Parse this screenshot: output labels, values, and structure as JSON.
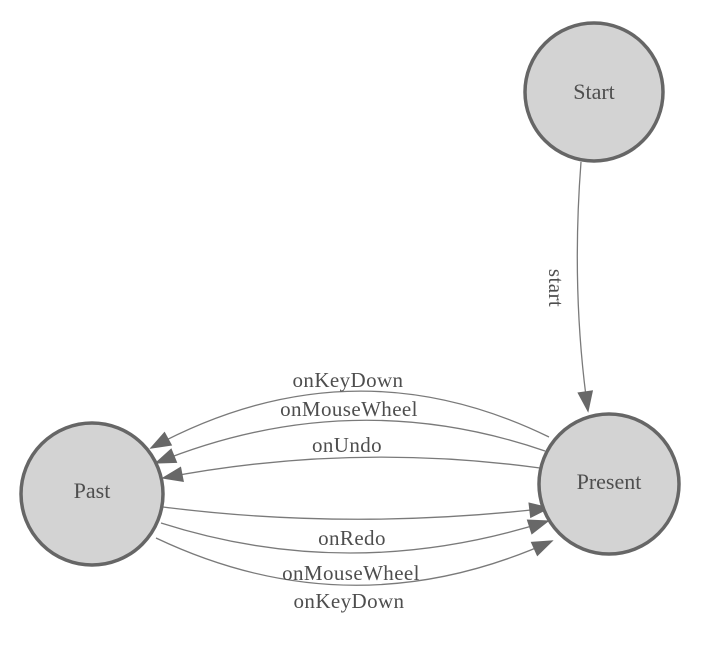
{
  "colors": {
    "background": "#ffffff",
    "node_fill": "#d3d3d3",
    "node_border": "#666666",
    "edge_line": "#7a7a7a",
    "arrowhead": "#686868",
    "text": "#4e4e4e"
  },
  "nodes": [
    {
      "id": "start",
      "label": "Start"
    },
    {
      "id": "past",
      "label": "Past"
    },
    {
      "id": "present",
      "label": "Present"
    }
  ],
  "edges": [
    {
      "from": "start",
      "to": "present",
      "label": "start"
    },
    {
      "from": "present",
      "to": "past",
      "label": "onKeyDown"
    },
    {
      "from": "present",
      "to": "past",
      "label": "onMouseWheel"
    },
    {
      "from": "present",
      "to": "past",
      "label": "onUndo"
    },
    {
      "from": "past",
      "to": "present",
      "label": "onRedo"
    },
    {
      "from": "past",
      "to": "present",
      "label": "onMouseWheel"
    },
    {
      "from": "past",
      "to": "present",
      "label": "onKeyDown"
    }
  ]
}
